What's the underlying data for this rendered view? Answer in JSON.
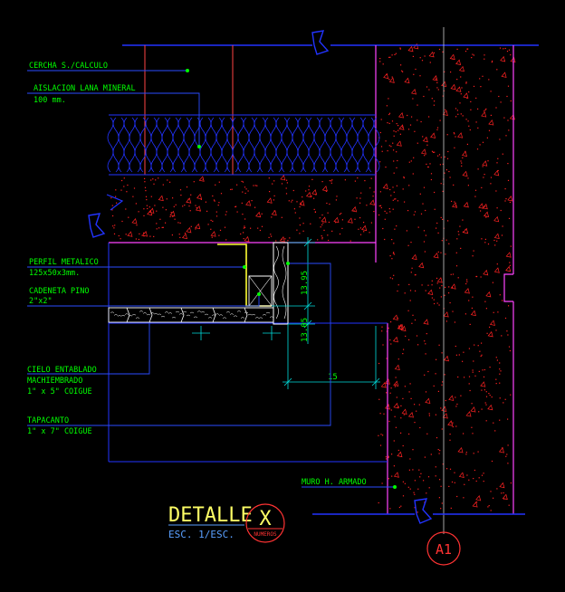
{
  "labels": {
    "cercha": "CERCHA S./CALCULO",
    "aislacion_1": "AISLACION LANA MINERAL",
    "aislacion_2": "100 mm.",
    "perfil_1": "PERFIL METALICO",
    "perfil_2": "125x50x3mm.",
    "cadeneta_1": "CADENETA PINO",
    "cadeneta_2": "2\"x2\"",
    "cielo_1": "CIELO ENTABLADO",
    "cielo_2": "MACHIEMBRADO",
    "cielo_3": "1\" x 5\" COIGUE",
    "tapacanto_1": "TAPACANTO",
    "tapacanto_2": "1\" x 7\" COIGUE",
    "muro": "MURO H. ARMADO"
  },
  "dimensions": {
    "vertical_1": "13.95",
    "vertical_2": "13.05",
    "horizontal": "15"
  },
  "title_block": {
    "title": "DETALLE",
    "scale": "ESC. 1/ESC.",
    "mark": "X",
    "mark_sub": "NUMEROS",
    "axis": "A1"
  },
  "colors": {
    "background": "#000000",
    "structure_blue": "#2233ff",
    "wall_magenta": "#ff44ff",
    "concrete_red": "#ff2222",
    "leader_blue": "#2a4bff",
    "text_green": "#00ff00",
    "title_yellow": "#ffff66",
    "dim_cyan": "#00dddd"
  }
}
